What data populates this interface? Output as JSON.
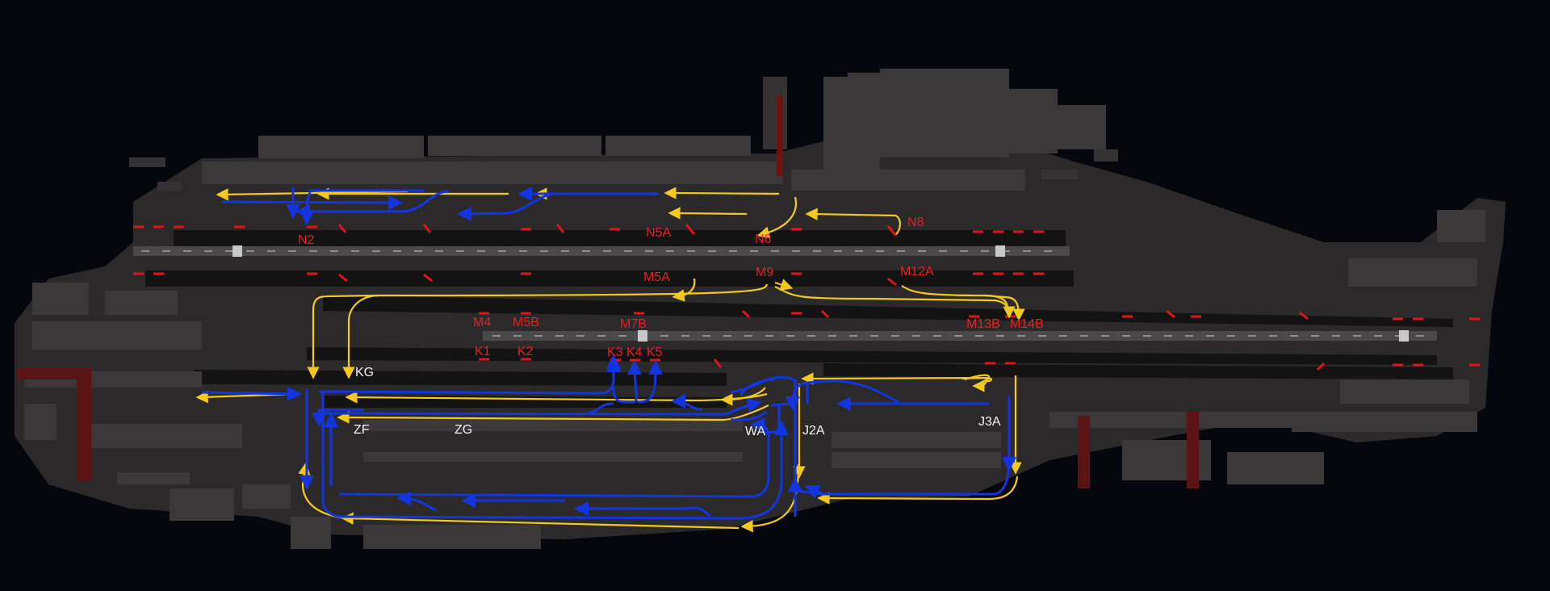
{
  "colors": {
    "background": "#05070d",
    "airport_surface": "#2b292a",
    "building": "#3a3839",
    "runway": "#4a4849",
    "route_outbound": "#f4c91f",
    "route_inbound": "#1235e0",
    "holding_point_label": "#e81e22",
    "taxiway_label": "#f2f2f2"
  },
  "labels": {
    "holding_points": [
      "N2",
      "N5A",
      "N6",
      "N8",
      "M5A",
      "M9",
      "M12A",
      "M4",
      "M5B",
      "M7B",
      "M13B",
      "M14B",
      "K1",
      "K2",
      "K3",
      "K4",
      "K5"
    ],
    "taxiways": [
      "KG",
      "ZF",
      "ZG",
      "WA",
      "J2A",
      "J3A"
    ]
  }
}
